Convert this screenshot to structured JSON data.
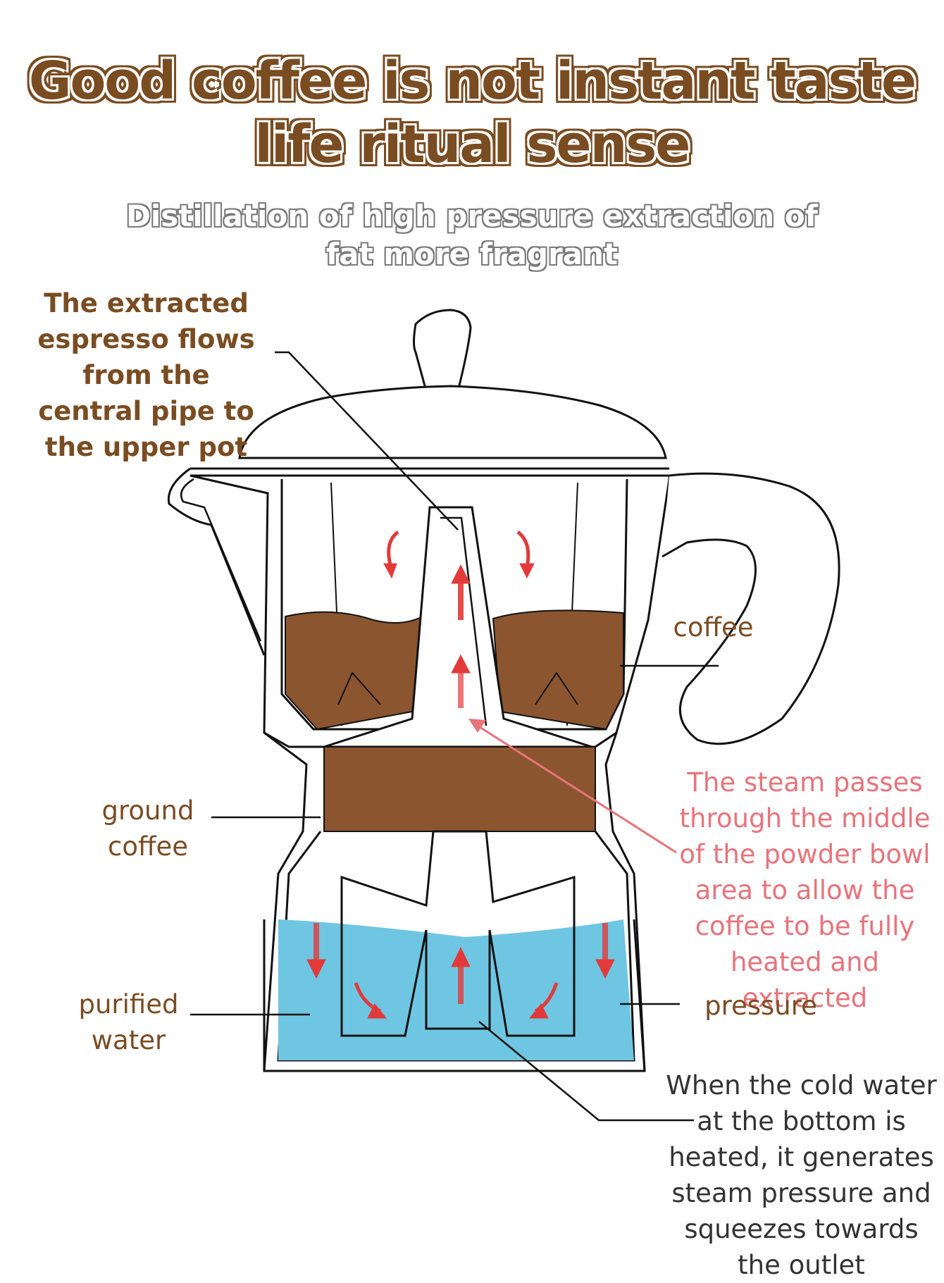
{
  "title": {
    "line1": "Good coffee is not instant taste",
    "line2": "life ritual sense"
  },
  "subtitle": "Distillation of high pressure extraction of fat more fragrant",
  "labels": {
    "espresso_flow": "The extracted espresso flows from the central pipe to the upper pot",
    "coffee": "coffee",
    "ground_coffee": "ground coffee",
    "steam": "The steam passes through the middle of the powder bowl area to allow the coffee to be fully heated and extracted",
    "purified_water": "purified water",
    "pressure": "pressure",
    "cold_water": "When the cold water at the bottom is heated, it generates steam pressure and squeezes towards the outlet"
  },
  "colors": {
    "brown": "#7a4c22",
    "coffee_fill": "#8b5530",
    "water": "#6ec6e2",
    "arrow_red": "#e23a3a",
    "steam_text": "#e8737b"
  }
}
